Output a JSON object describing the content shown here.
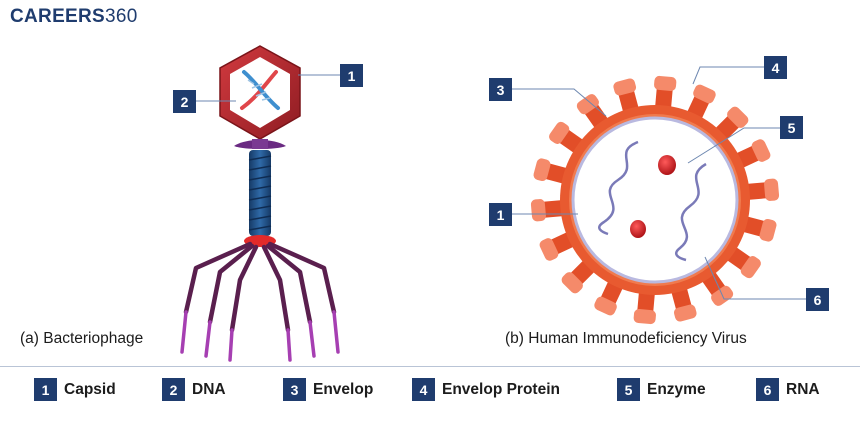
{
  "brand": {
    "name": "CAREERS",
    "number": "360",
    "color": "#1f3c6e"
  },
  "colors": {
    "badge": "#1f3c6e",
    "capsid": "#b5282e",
    "tail": "#1f4e87",
    "collar": "#e32a2a",
    "legs": "#5a1f4e",
    "envelope": "#e85a30",
    "spike": "#f58a6a",
    "rna": "#7a7ab8",
    "enzyme": "#c8141a"
  },
  "captions": {
    "bacteriophage": "(a) Bacteriophage",
    "hiv": "(b) Human Immunodeficiency Virus"
  },
  "callouts": {
    "phage_capsid": "1",
    "phage_dna": "2",
    "hiv_envelop": "3",
    "hiv_envelop_protein": "4",
    "hiv_enzyme": "5",
    "hiv_capsid": "1",
    "hiv_rna": "6"
  },
  "legend": [
    {
      "num": "1",
      "label": "Capsid"
    },
    {
      "num": "2",
      "label": "DNA"
    },
    {
      "num": "3",
      "label": "Envelop"
    },
    {
      "num": "4",
      "label": "Envelop Protein"
    },
    {
      "num": "5",
      "label": "Enzyme"
    },
    {
      "num": "6",
      "label": "RNA"
    }
  ]
}
